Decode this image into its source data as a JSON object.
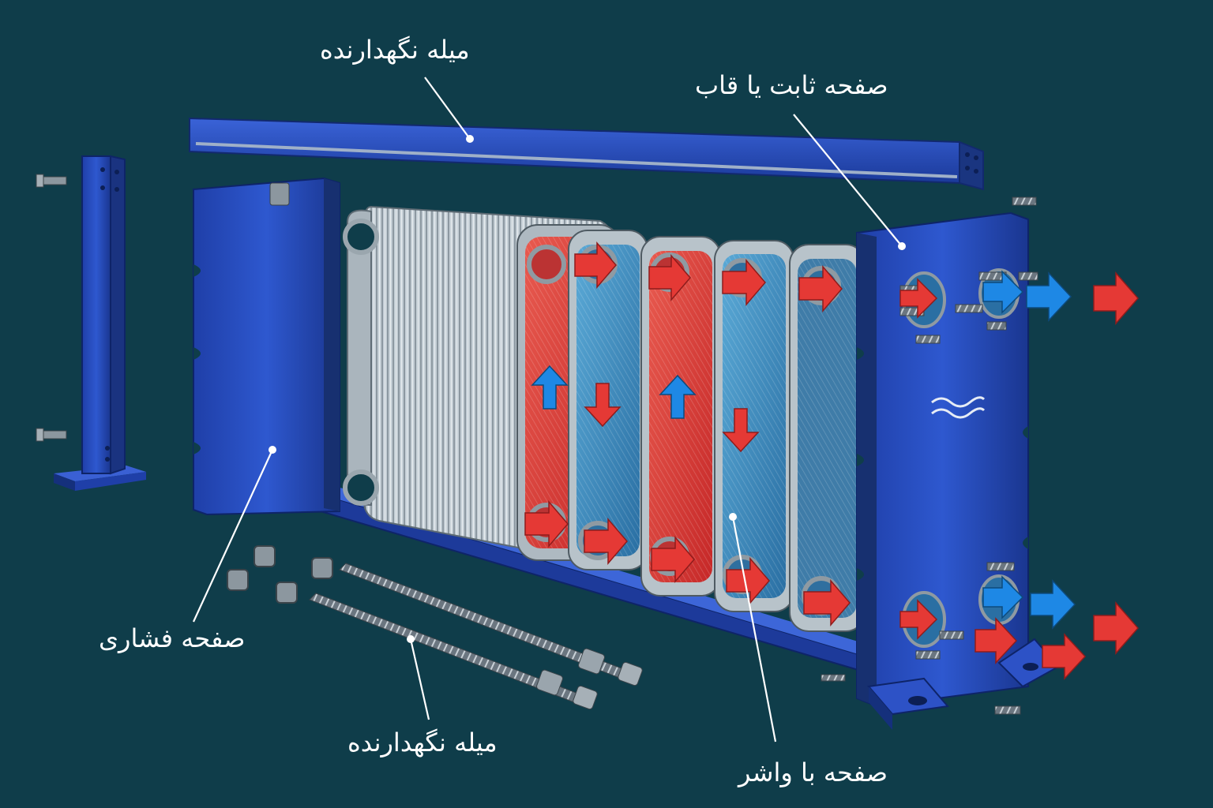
{
  "labels": {
    "carrying_bar_top": "میله نگهدارنده",
    "fixed_frame_plate": "صفحه ثابت یا قاب",
    "pressure_plate": "صفحه فشاری",
    "tightening_rod": "میله نگهدارنده",
    "gasketed_plate": "صفحه با واشر"
  },
  "colors": {
    "background": "#0f3d4a",
    "frame_blue": "#2448b8",
    "hot_fluid": "#e53935",
    "cold_fluid": "#1e88e5",
    "plate_steel": "#b8c4cc",
    "leader_line": "#ffffff"
  },
  "icons": {
    "hot_flow": "arrow-right-red",
    "cold_flow": "arrow-right-blue",
    "logo": "wave-logo-icon"
  }
}
